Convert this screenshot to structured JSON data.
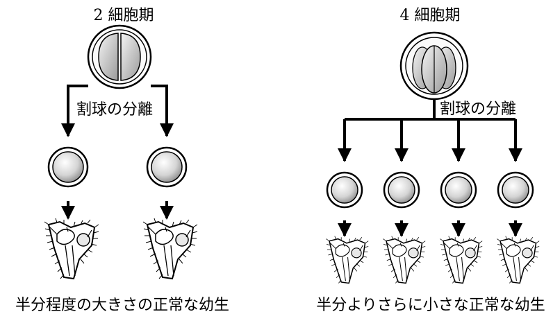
{
  "left": {
    "title": "2 細胞期",
    "separation_label": "割球の分離",
    "caption": "半分程度の大きさの正常な幼生"
  },
  "right": {
    "title": "4 細胞期",
    "separation_label": "割球の分離",
    "caption": "半分よりさらに小さな正常な幼生"
  }
}
